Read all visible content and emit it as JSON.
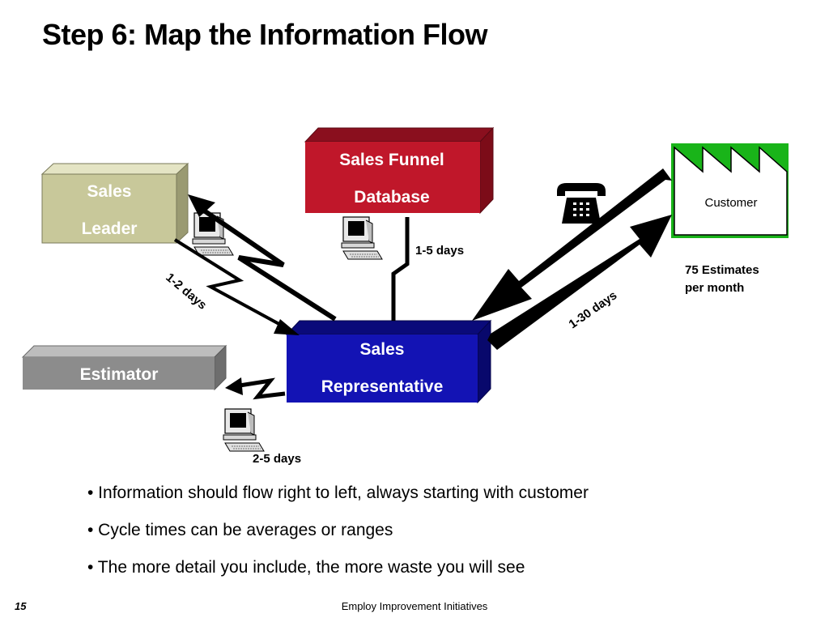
{
  "title": "Step 6: Map the Information Flow",
  "nodes": {
    "sales_leader": [
      "Sales",
      "Leader"
    ],
    "sales_funnel": [
      "Sales Funnel",
      "Database"
    ],
    "estimator": [
      "Estimator"
    ],
    "sales_rep": [
      "Sales",
      "Representative"
    ],
    "customer": "Customer"
  },
  "labels": {
    "funnel_time": "1-5 days",
    "leader_time": "1-2 days",
    "customer_time": "1-30 days",
    "estimator_time": "2-5 days",
    "estimates": [
      "75 Estimates",
      "per month"
    ]
  },
  "bullets": [
    "• Information should flow right to left, always starting with customer",
    "• Cycle times can be averages or ranges",
    "• The more detail you include, the more waste you will see"
  ],
  "footer": {
    "page_number": "15",
    "text": "Employ Improvement Initiatives"
  },
  "colors": {
    "sales_leader": "#c8c89a",
    "sales_funnel": "#c0172a",
    "estimator": "#8c8c8c",
    "sales_rep": "#1313b4",
    "customer_roof": "#19b419"
  },
  "icons": [
    "computer-icon",
    "telephone-icon",
    "lightning-arrow-icon",
    "factory-icon"
  ]
}
